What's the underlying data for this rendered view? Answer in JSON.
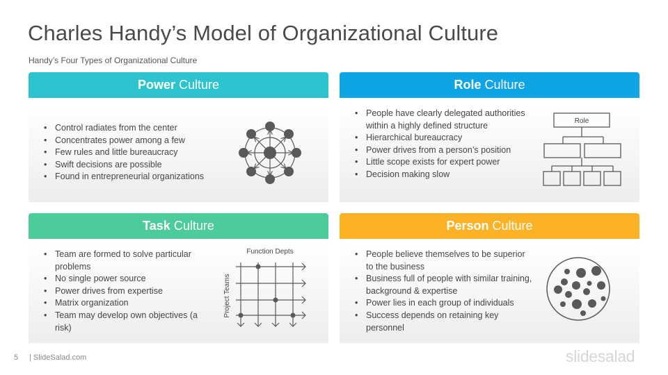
{
  "title": "Charles Handy’s Model of Organizational Culture",
  "subtitle": "Handy’s Four Types of Organizational  Culture",
  "colors": {
    "power": "#2ec4cf",
    "role": "#0fa5e4",
    "task": "#4ccb9b",
    "person": "#fbb325",
    "icon": "#595959"
  },
  "cards": {
    "power": {
      "title_bold": "Power",
      "title_rest": "Culture",
      "items": [
        "Control radiates from the center",
        "Concentrates power among a few",
        "Few rules and little bureaucracy",
        "Swift decisions  are possible",
        "Found in entrepreneurial  organizations"
      ]
    },
    "role": {
      "title_bold": "Role",
      "title_rest": "Culture",
      "diagram_label": "Role",
      "items": [
        "People have clearly delegated authorities  within a highly defined structure",
        "Hierarchical  bureaucracy",
        "Power drives from a person’s position",
        "Little scope exists for expert power",
        "Decision making slow"
      ]
    },
    "task": {
      "title_bold": "Task",
      "title_rest": "Culture",
      "diagram_top_label": "Function Depts",
      "diagram_side_label": "Project Teams",
      "items": [
        "Team are formed to solve particular problems",
        "No single power source",
        "Power drives from expertise",
        "Matrix organization",
        "Team may develop own objectives (a risk)"
      ]
    },
    "person": {
      "title_bold": "Person",
      "title_rest": "Culture",
      "items": [
        "People believe themselves to be superior to the business",
        "Business full of people with similar training,  background  & expertise",
        "Power lies in each group of individuals",
        "Success depends on retaining key personnel"
      ]
    }
  },
  "footer": {
    "page_number": "5",
    "brand": "|  SlideSalad.com",
    "logo": "slidesalad"
  }
}
